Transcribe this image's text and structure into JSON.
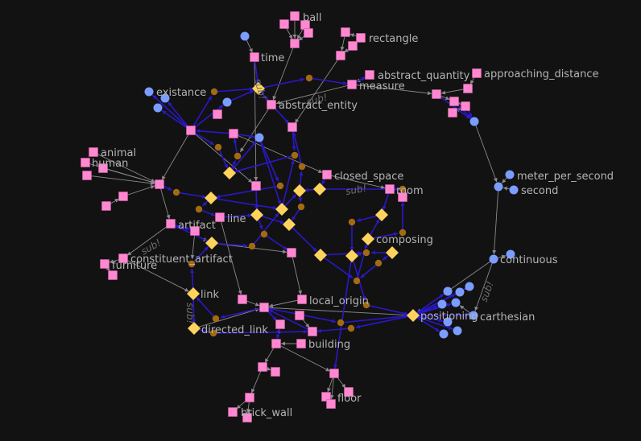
{
  "colors": {
    "background": "#121212",
    "concept": "#ff88d0",
    "concept_stroke": "#d35aa8",
    "instance": "#7b9dff",
    "relation": "#ffd35c",
    "junction": "#a36a12",
    "edge_primary": "#2a18c8",
    "edge_secondary": "#8a8a8a",
    "label": "#b4b4b4",
    "edge_label": "#6e6e6e"
  },
  "labels": {
    "ball": "ball",
    "rectangle": "rectangle",
    "time": "time",
    "abstract_quantity": "abstract_quantity",
    "approaching_distance": "approaching_distance",
    "measure": "measure",
    "existance": "existance",
    "abstract_entity": "abstract_entity",
    "animal": "animal",
    "human": "human",
    "closed_space": "closed_space",
    "room": "room",
    "meter_per_second": "meter_per_second",
    "second": "second",
    "artifact": "artifact",
    "line": "line",
    "composing": "composing",
    "furniture": "furniture",
    "constituent_artifact": "constituent_artifact",
    "continuous": "continuous",
    "link": "link",
    "local_origin": "local_origin",
    "positioning": "positioning",
    "carthesian": "carthesian",
    "directed_link": "directed_link",
    "building": "building",
    "floor": "floor",
    "brick_wall": "brick_wall"
  },
  "edge_labels": {
    "time_sub": "sub!",
    "abstract_sub": "sub!",
    "room_sub": "sub!",
    "constituent_sub": "sub!",
    "carthesian_sub": "sub!",
    "link_sub": "sub!"
  }
}
